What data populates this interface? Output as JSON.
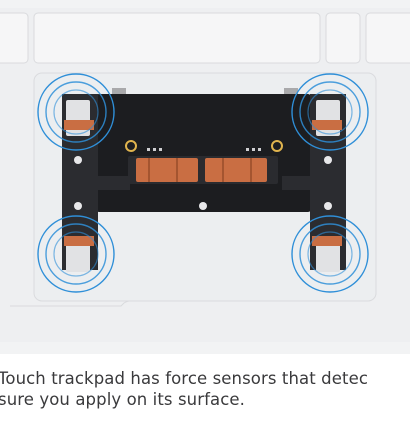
{
  "caption": {
    "line1": "Touch trackpad has force sensors that detec",
    "line2": "sure you apply on its surface."
  },
  "figure": {
    "subject": "trackpad-force-sensor-illustration",
    "colors": {
      "background": "#f2f3f4",
      "chassis": "#e9eaec",
      "key": "#eff0f1",
      "board": "#1c1d20",
      "copper": "#c96e43",
      "ring": "#2f8fd8"
    }
  }
}
